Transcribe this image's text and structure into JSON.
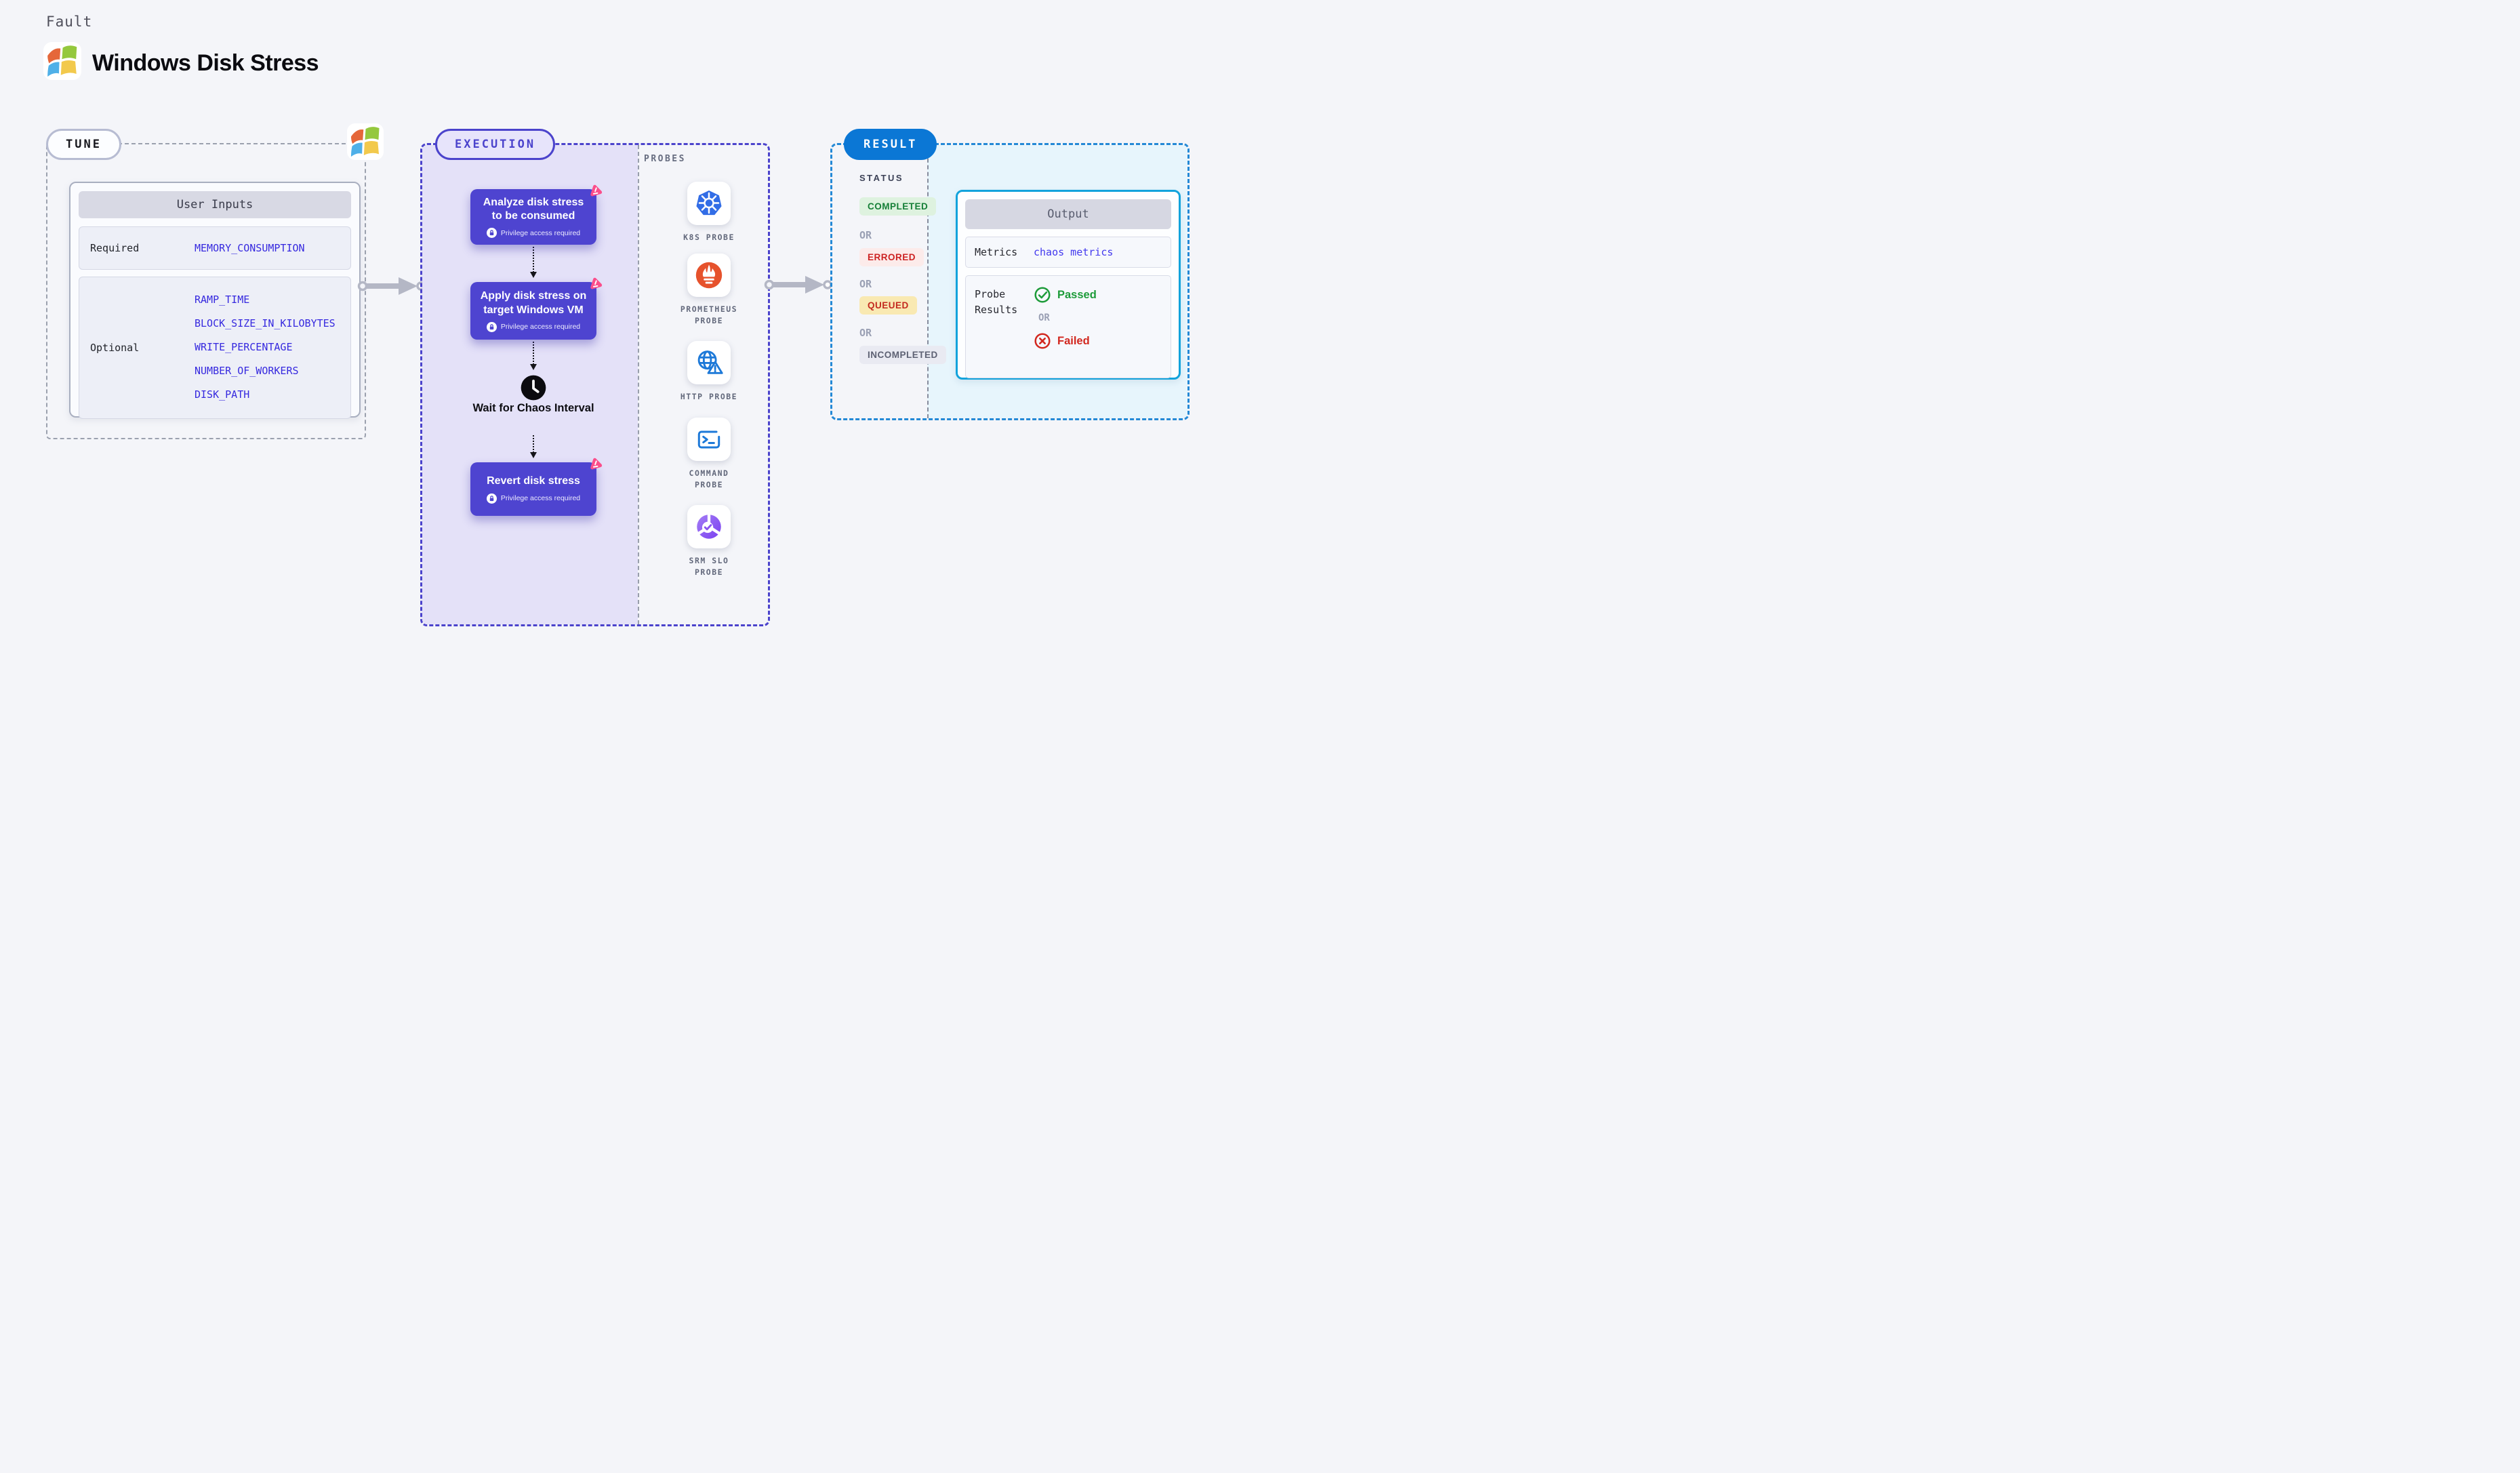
{
  "header": {
    "kicker": "Fault",
    "title": "Windows Disk Stress"
  },
  "tune": {
    "badge": "TUNE",
    "user_inputs": {
      "title": "User Inputs",
      "required_label": "Required",
      "required_params": [
        "MEMORY_CONSUMPTION"
      ],
      "optional_label": "Optional",
      "optional_params": [
        "RAMP_TIME",
        "BLOCK_SIZE_IN_KILOBYTES",
        "WRITE_PERCENTAGE",
        "NUMBER_OF_WORKERS",
        "DISK_PATH"
      ]
    }
  },
  "execution": {
    "badge": "EXECUTION",
    "steps": [
      {
        "label": "Analyze disk stress to be consumed",
        "note": "Privilege access required"
      },
      {
        "label": "Apply disk stress on target Windows VM",
        "note": "Privilege access required"
      },
      {
        "label": "Revert disk stress",
        "note": "Privilege access required"
      }
    ],
    "wait_label": "Wait for Chaos Interval",
    "probes": {
      "title": "PROBES",
      "items": [
        {
          "name": "K8S PROBE",
          "icon": "kubernetes-icon"
        },
        {
          "name": "PROMETHEUS PROBE",
          "icon": "prometheus-icon"
        },
        {
          "name": "HTTP PROBE",
          "icon": "http-globe-icon"
        },
        {
          "name": "COMMAND PROBE",
          "icon": "terminal-icon"
        },
        {
          "name": "SRM SLO PROBE",
          "icon": "slo-donut-icon"
        }
      ]
    }
  },
  "result": {
    "badge": "RESULT",
    "status": {
      "title": "STATUS",
      "separator": "OR",
      "values": [
        {
          "label": "COMPLETED",
          "fg": "#157f37",
          "bg": "#def2df"
        },
        {
          "label": "ERRORED",
          "fg": "#cd2323",
          "bg": "#fcebea"
        },
        {
          "label": "QUEUED",
          "fg": "#c32a1f",
          "bg": "#f9e9b2"
        },
        {
          "label": "INCOMPLETED",
          "fg": "#5d6173",
          "bg": "#e9eaf2"
        }
      ]
    },
    "output": {
      "title": "Output",
      "metrics_label": "Metrics",
      "metrics_value": "chaos metrics",
      "probe_results_label": "Probe Results",
      "separator": "OR",
      "passed": "Passed",
      "failed": "Failed"
    }
  },
  "colors": {
    "page_bg": "#f4f5f9",
    "flow_box": "#4e44d0",
    "execution_accent": "#4b43cc",
    "execution_panel": "#e4e1f8",
    "result_accent": "#2489d6",
    "result_badge": "#0b77d5",
    "output_border": "#12a3dc",
    "output_panel": "#e7f5fc",
    "param_text": "#3629df",
    "metrics_value_text": "#4238ee",
    "passed": "#1d9b39",
    "failed": "#d2281f",
    "fault_icon": "#fb4e8b"
  }
}
